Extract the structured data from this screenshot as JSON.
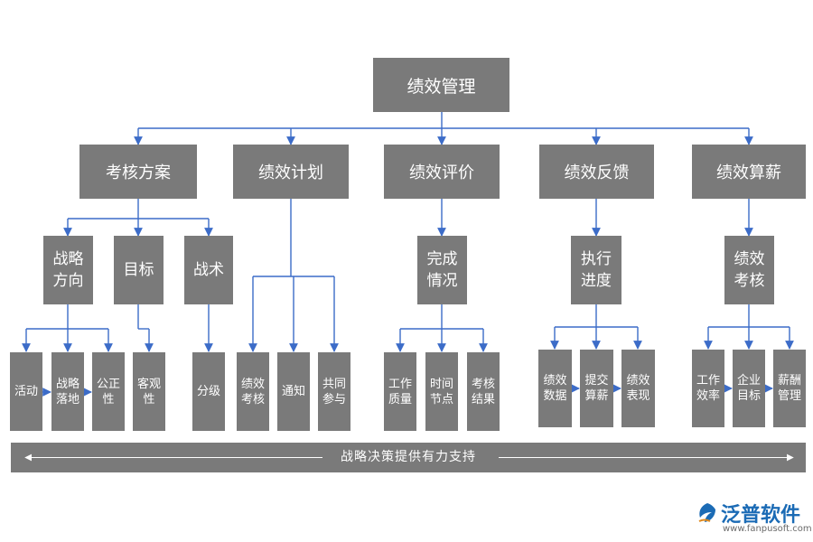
{
  "root": "绩效管理",
  "level1": [
    "考核方案",
    "绩效计划",
    "绩效评价",
    "绩效反馈",
    "绩效算薪"
  ],
  "level2": {
    "strategy_direction": "战略方向",
    "target": "目标",
    "tactics": "战术",
    "completion": "完成情况",
    "progress": "执行进度",
    "assessment": "绩效考核"
  },
  "level3": {
    "activity": "活动",
    "strategy_landing": "战略落地",
    "fairness": "公正性",
    "objectivity": "客观性",
    "grading": "分级",
    "perf_assessment": "绩效考核",
    "notice": "通知",
    "participation": "共同参与",
    "work_quality": "工作质量",
    "time_node": "时间节点",
    "assess_result": "考核结果",
    "perf_data": "绩效数据",
    "submit_salary": "提交算薪",
    "perf_performance": "绩效表现",
    "work_efficiency": "工作效率",
    "company_goal": "企业目标",
    "salary_mgmt": "薪酬管理"
  },
  "banner": "战略决策提供有力支持",
  "logo": {
    "name": "泛普软件",
    "url": "www.fanpusoft.com",
    "color": "#1b6bb5"
  },
  "colors": {
    "box": "#7a7a7a",
    "line": "#3c6cc8",
    "text": "#ffffff"
  }
}
